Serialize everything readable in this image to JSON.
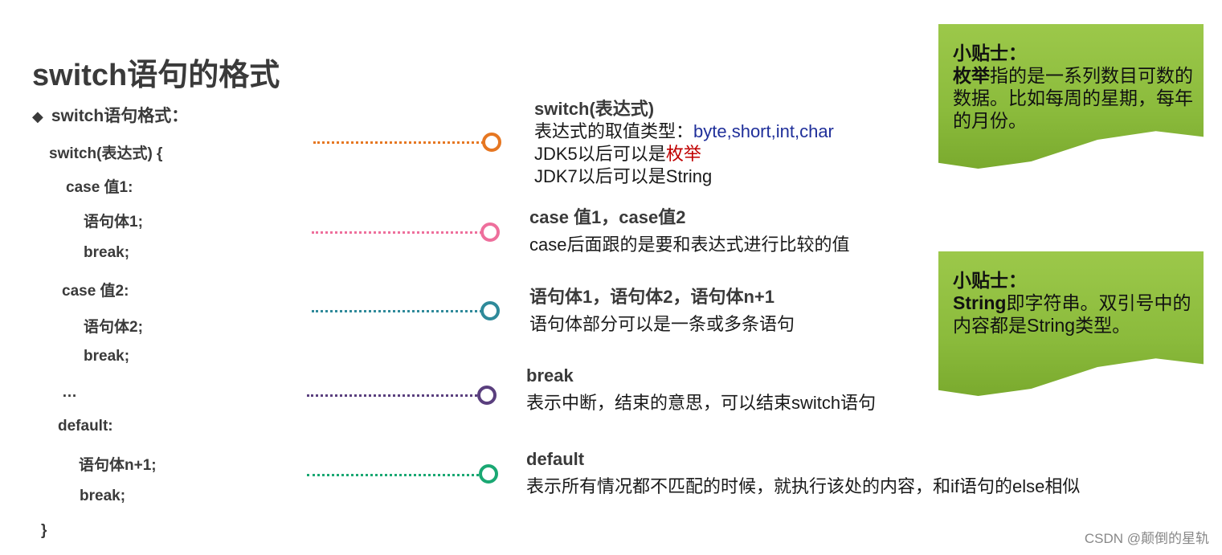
{
  "title": "switch语句的格式",
  "bullet": "switch语句格式：",
  "code": [
    "switch(表达式) {",
    "case 值1:",
    "语句体1;",
    "break;",
    "case 值2:",
    "语句体2;",
    "break;",
    "…",
    "default:",
    "语句体n+1;",
    "break;",
    "}"
  ],
  "items": [
    {
      "color": "#e67722",
      "heading": "switch(表达式)",
      "type_prefix": "表达式的取值类型：",
      "type_values": "byte,short,int,char",
      "jdk5_prefix": "JDK5以后可以是",
      "jdk5_value": "枚举",
      "jdk7": "JDK7以后可以是String"
    },
    {
      "color": "#ee6f9c",
      "heading": "case 值1，case值2",
      "body": "case后面跟的是要和表达式进行比较的值"
    },
    {
      "color": "#2f8a9a",
      "heading": "语句体1，语句体2，语句体n+1",
      "body": "语句体部分可以是一条或多条语句"
    },
    {
      "color": "#5a3f7e",
      "heading": "break",
      "body": "表示中断，结束的意思，可以结束switch语句"
    },
    {
      "color": "#1aa873",
      "heading": "default",
      "body": "表示所有情况都不匹配的时候，就执行该处的内容，和if语句的else相似"
    }
  ],
  "tips": [
    {
      "title": "小贴士：",
      "bold": "枚举",
      "text": "指的是一系列数目可数的数据。比如每周的星期，每年的月份。"
    },
    {
      "title": "小贴士：",
      "bold": "String",
      "text": "即字符串。双引号中的内容都是String类型。"
    }
  ],
  "watermark": "CSDN @颠倒的星轨"
}
